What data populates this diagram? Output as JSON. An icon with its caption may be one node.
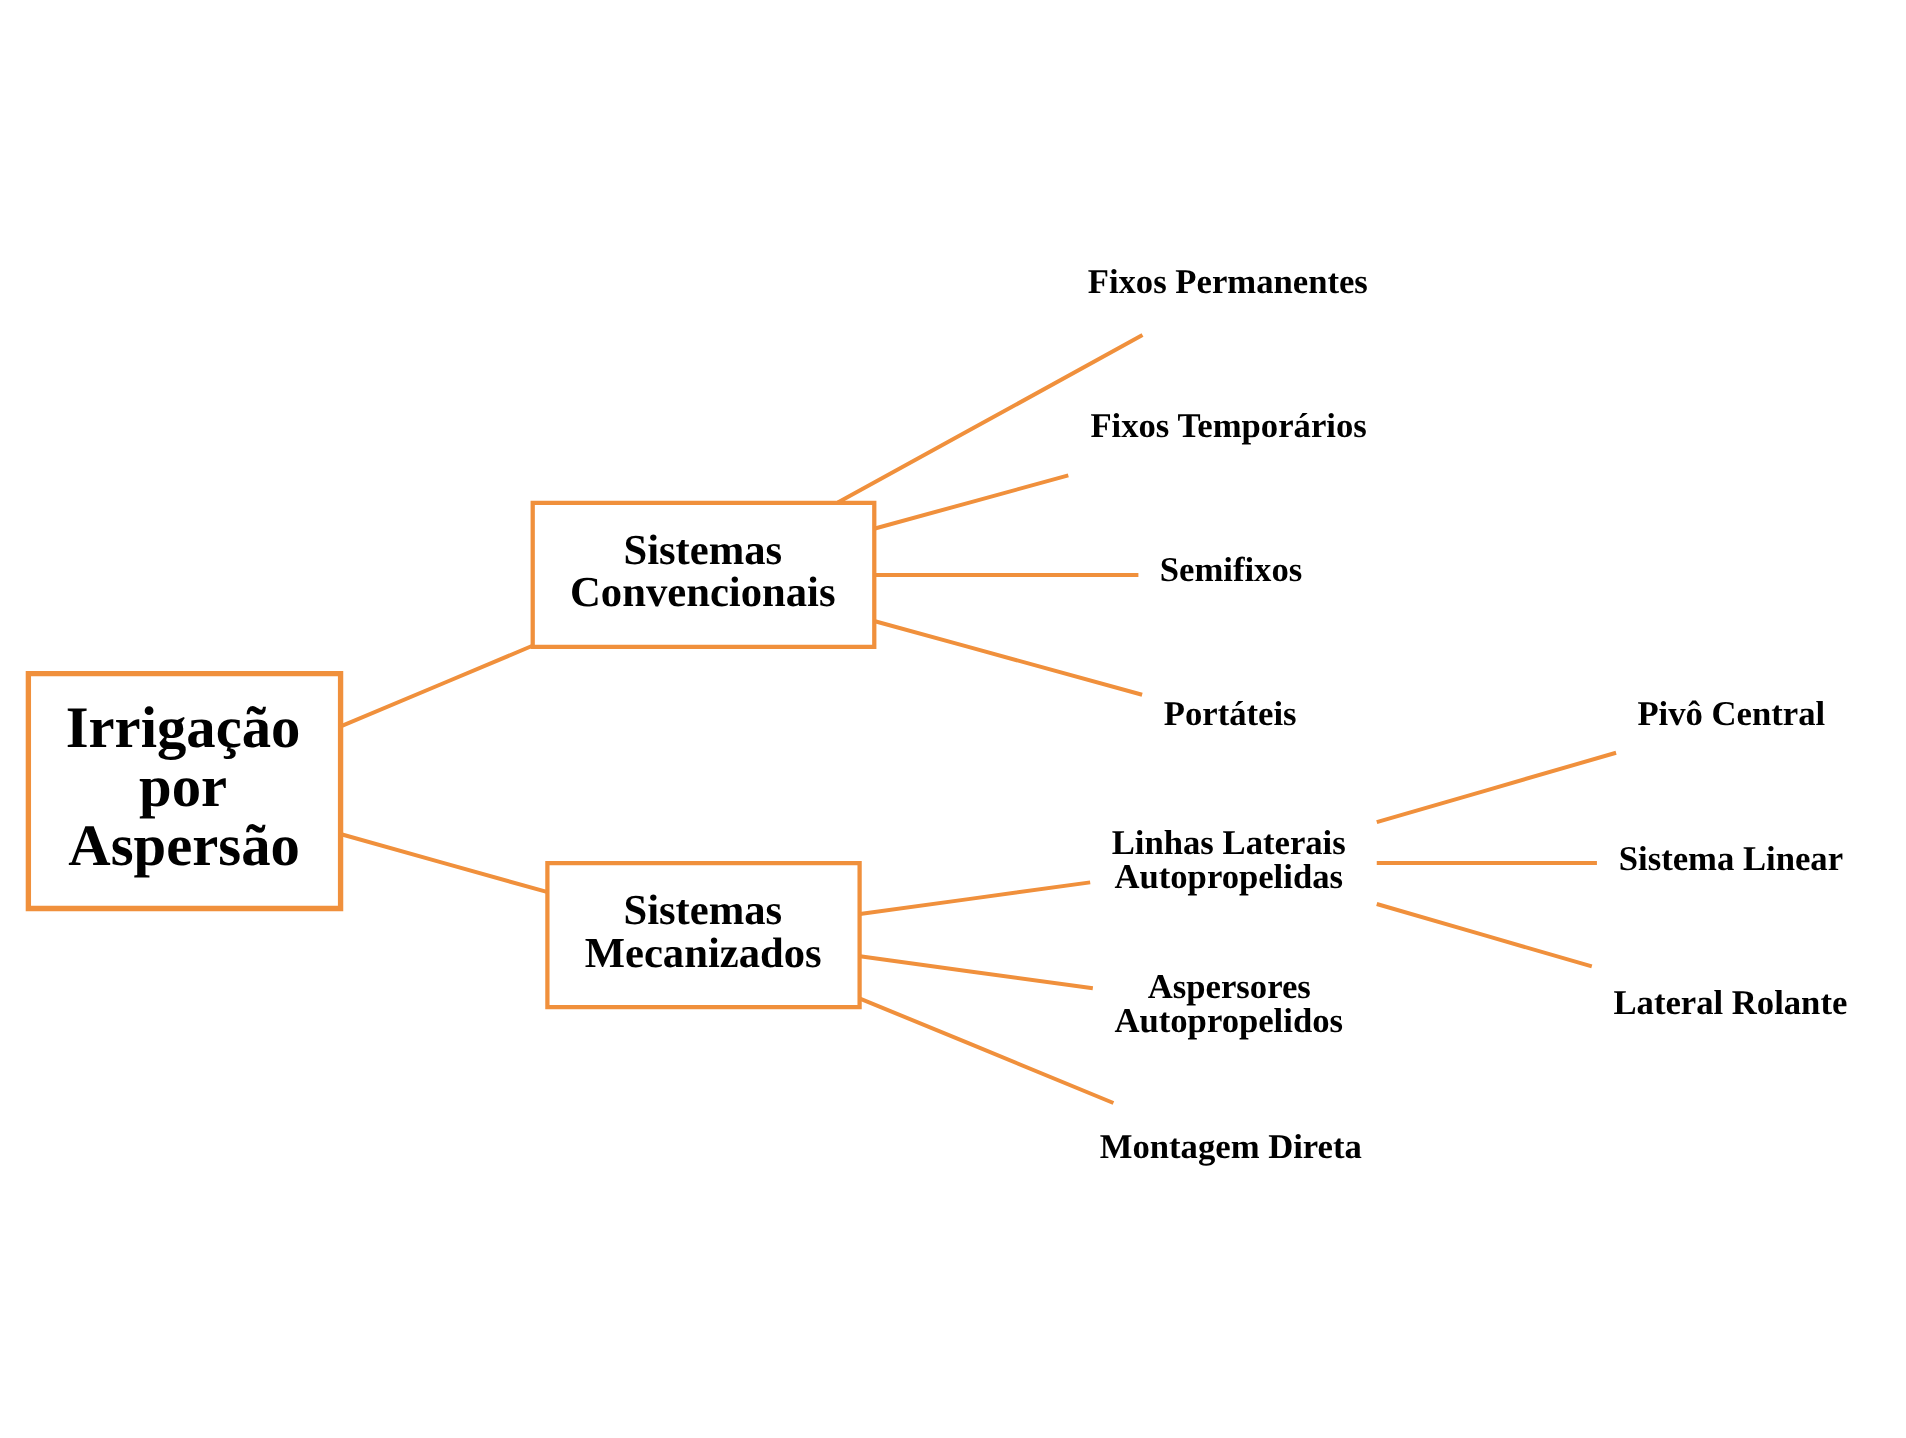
{
  "diagram": {
    "nodes": [
      {
        "text": [
          "Irrigação por Aspersão"
        ]
      },
      {
        "text": [
          "Sistemas Convencionais"
        ]
      },
      {
        "text": [
          "Sistemas Mecanizados"
        ]
      },
      {
        "text": [
          "Fixos Permanentes"
        ]
      },
      {
        "text": [
          "Fixos Temporários"
        ]
      },
      {
        "text": [
          "Semifixos"
        ]
      },
      {
        "text": [
          "Portáteis"
        ]
      },
      {
        "text": [
          "Linhas Laterais Autopropelidas"
        ]
      },
      {
        "text": [
          "Aspersores Autopropelidos"
        ]
      },
      {
        "text": [
          "Montagem Direta"
        ]
      },
      {
        "text": [
          "Pivô Central"
        ]
      },
      {
        "text": [
          "Sistema Linear"
        ]
      },
      {
        "text": [
          "Lateral Rolante"
        ]
      }
    ],
    "edges": [
      {
        "from": 0,
        "to": 1,
        "arrow": "none"
      },
      {
        "from": 0,
        "to": 2,
        "arrow": "none"
      },
      {
        "from": 1,
        "to": 3,
        "arrow": "none"
      },
      {
        "from": 1,
        "to": 4,
        "arrow": "none"
      },
      {
        "from": 1,
        "to": 5,
        "arrow": "none"
      },
      {
        "from": 1,
        "to": 6,
        "arrow": "none"
      },
      {
        "from": 2,
        "to": 7,
        "arrow": "none"
      },
      {
        "from": 2,
        "to": 8,
        "arrow": "none"
      },
      {
        "from": 2,
        "to": 9,
        "arrow": "none"
      },
      {
        "from": 7,
        "to": 10,
        "arrow": "none"
      },
      {
        "from": 7,
        "to": 11,
        "arrow": "none"
      },
      {
        "from": 7,
        "to": 12,
        "arrow": "none"
      }
    ]
  }
}
